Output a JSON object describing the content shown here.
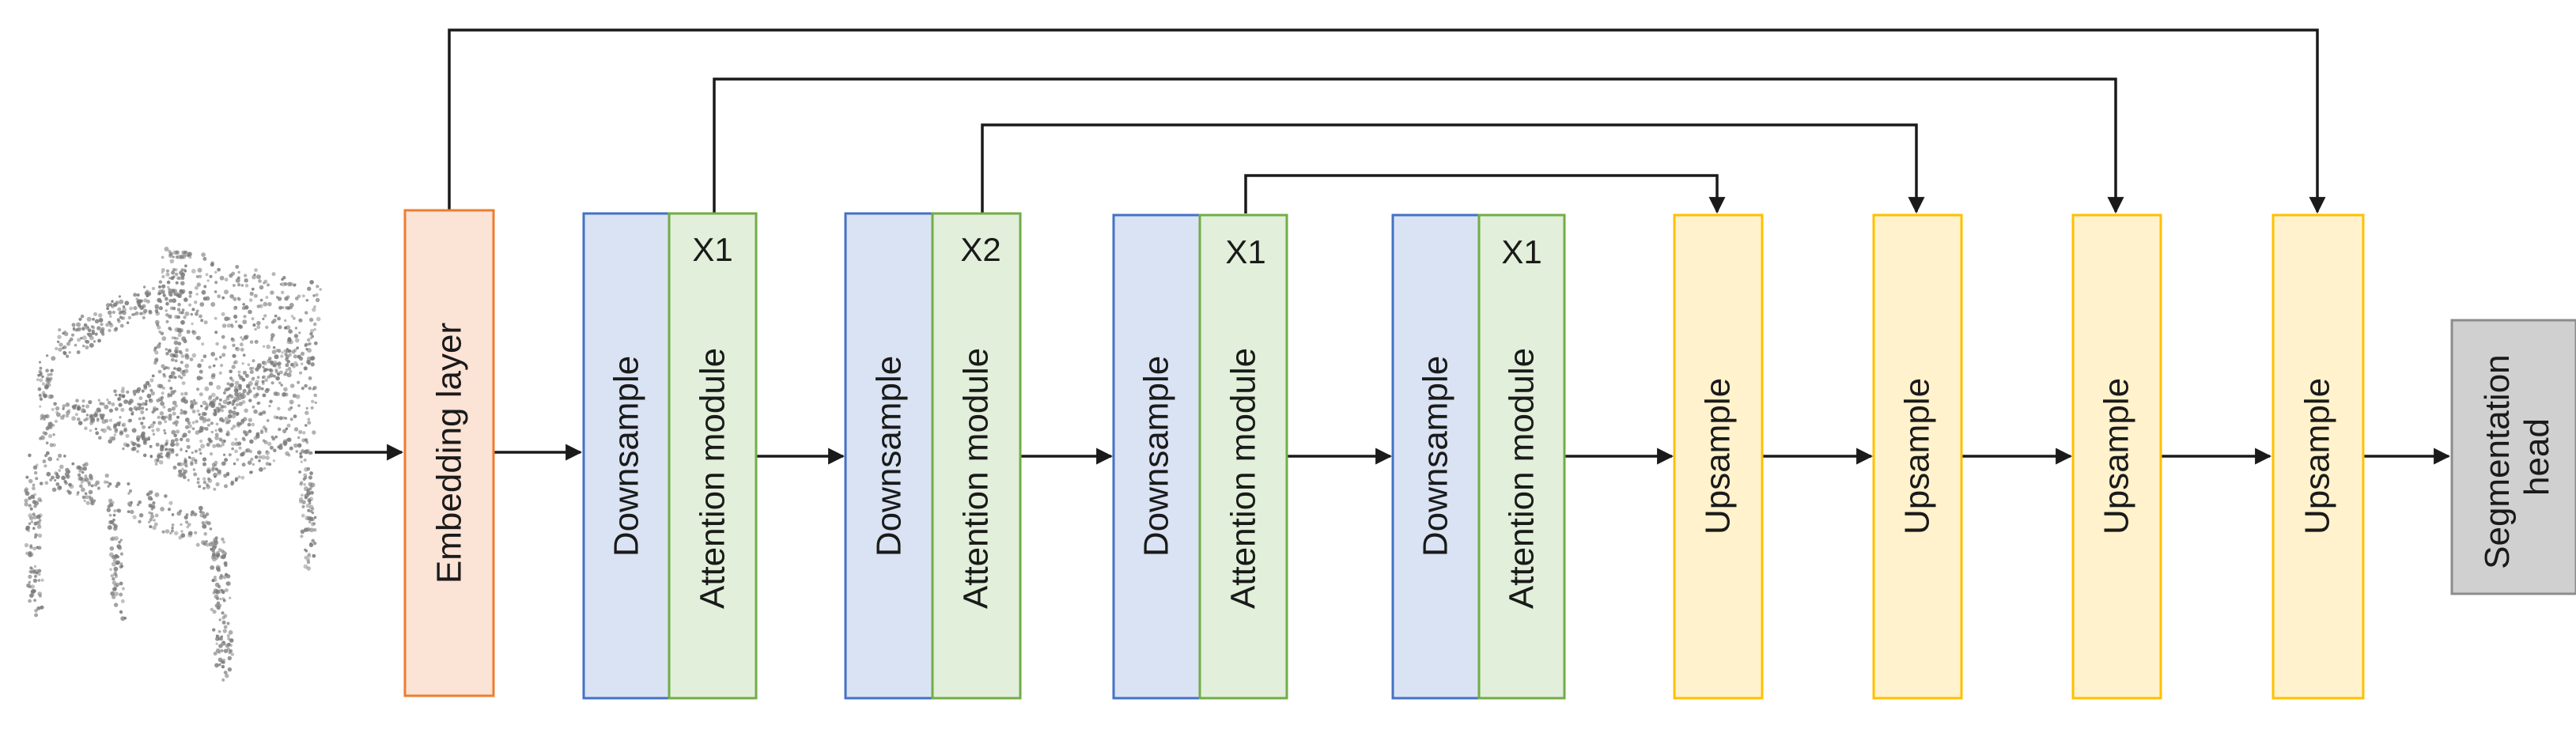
{
  "pipeline": {
    "embedding_label": "Embedding layer",
    "stages": [
      {
        "downsample_label": "Downsample",
        "attention_label": "Attention module",
        "repeat": "X1"
      },
      {
        "downsample_label": "Downsample",
        "attention_label": "Attention module",
        "repeat": "X2"
      },
      {
        "downsample_label": "Downsample",
        "attention_label": "Attention module",
        "repeat": "X1"
      },
      {
        "downsample_label": "Downsample",
        "attention_label": "Attention module",
        "repeat": "X1"
      }
    ],
    "upsample_labels": [
      "Upsample",
      "Upsample",
      "Upsample",
      "Upsample"
    ],
    "head_label_lines": [
      "Segmentation",
      "head"
    ]
  },
  "colors": {
    "embedding_fill": "#FBE3D6",
    "embedding_stroke": "#ED7D31",
    "downsample_fill": "#DAE3F3",
    "downsample_stroke": "#4472C4",
    "attention_fill": "#E2EFDA",
    "attention_stroke": "#70AD47",
    "upsample_fill": "#FFF2CC",
    "upsample_stroke": "#FFC000",
    "head_fill": "#D0D0D0",
    "head_stroke": "#8C8C8C",
    "point_cloud": "#7a7a7a"
  },
  "icons": {
    "input": "point-cloud-chair-icon"
  }
}
